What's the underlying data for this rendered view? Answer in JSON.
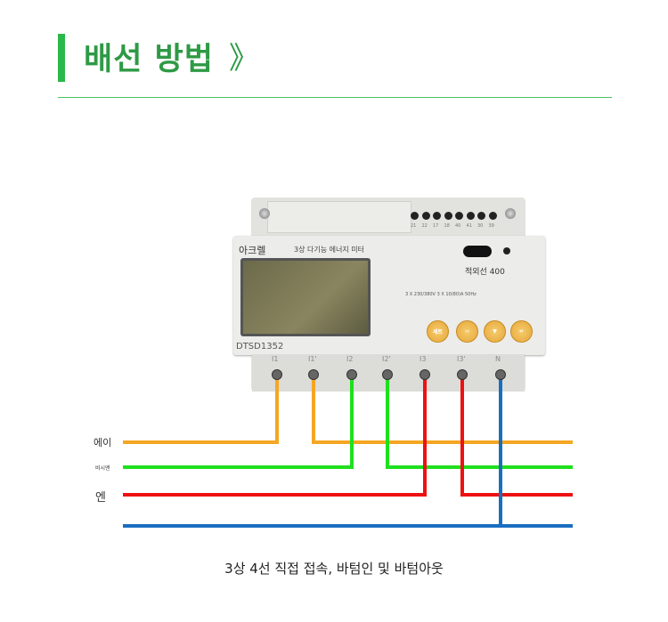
{
  "header": {
    "title": "배선 방법",
    "chevron": "》"
  },
  "meter": {
    "brand": "아크렐",
    "description": "3상 다기능 에너지 미터",
    "model": "DTSD1352",
    "ir_label": "적외선 400",
    "spec": "3 X 230/380V  3 X 10(80)A  50Hz",
    "pin_labels": [
      "21",
      "22",
      "17",
      "18",
      "40",
      "41",
      "30",
      "39"
    ],
    "buttons": [
      {
        "label": "세트",
        "icon": "set"
      },
      {
        "label": "››",
        "icon": "forward"
      },
      {
        "label": "▼",
        "icon": "down-arrow-icon"
      },
      {
        "label": "↵",
        "icon": "enter-icon"
      }
    ],
    "terminals": [
      "I1",
      "I1'",
      "I2",
      "I2'",
      "I3",
      "I3'",
      "N"
    ]
  },
  "lines": [
    {
      "label": "에이",
      "color": "#f5a623"
    },
    {
      "label": "비시엔",
      "color": "#1ee01e"
    },
    {
      "label": "엔",
      "color": "#ee1111"
    },
    {
      "label": "",
      "color": "#1a6ec0"
    }
  ],
  "caption": "3상 4선 직접 접속, 바텀인 및 바텀아웃"
}
